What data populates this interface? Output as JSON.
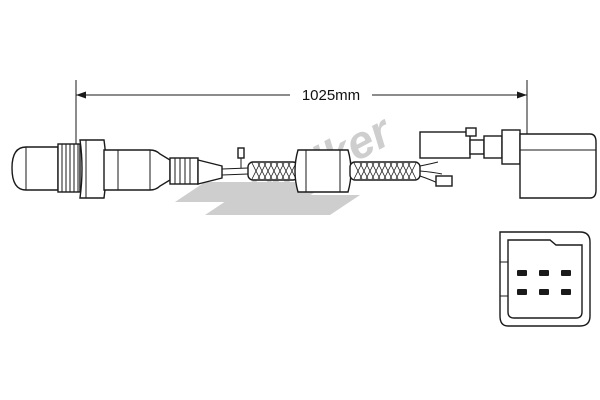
{
  "dimension": {
    "label": "1025mm"
  },
  "watermark": {
    "text": "Walker",
    "color": "#c9c9c9"
  },
  "colors": {
    "line": "#1a1a1a",
    "background": "#ffffff"
  },
  "connector_face": {
    "pin_count": 6
  }
}
